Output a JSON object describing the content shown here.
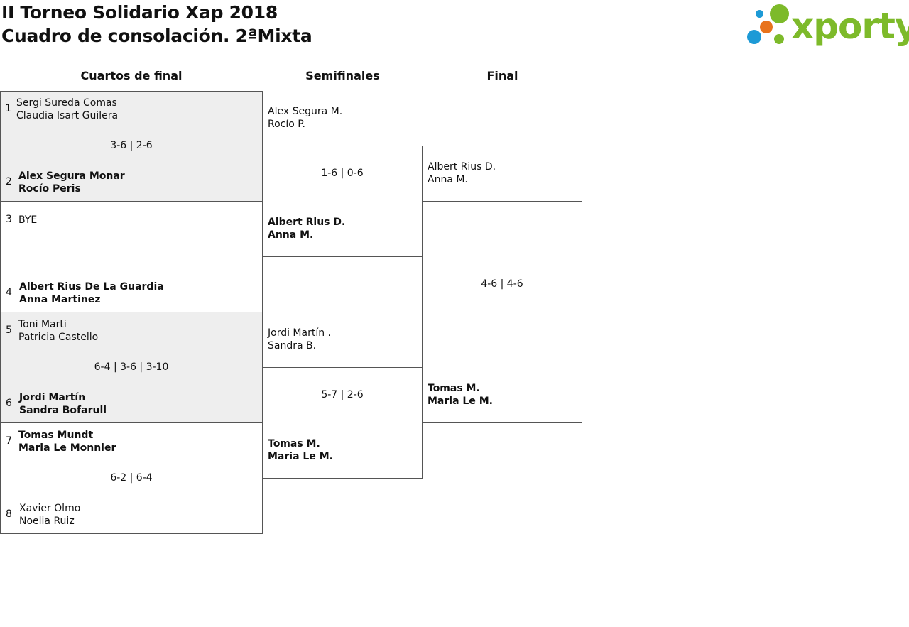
{
  "header": {
    "title1": "II Torneo Solidario Xap 2018",
    "title2": "Cuadro de consolación. 2ªMixta"
  },
  "logo": {
    "text": "xporty",
    "colors": {
      "green": "#7dba2a",
      "orange": "#e8731c",
      "blue": "#1d9ad6"
    }
  },
  "rounds": {
    "quarterfinals": "Cuartos de final",
    "semifinals": "Semifinales",
    "final": "Final"
  },
  "quarterfinals": [
    {
      "score": "3-6 | 2-6",
      "top": {
        "seed": "1",
        "player1": "Sergi Sureda Comas",
        "player2": "Claudia Isart Guilera"
      },
      "bottom": {
        "seed": "2",
        "player1": "Alex Segura Monar",
        "player2": "Rocío Peris"
      }
    },
    {
      "score": "",
      "top": {
        "seed": "3",
        "player1": "BYE",
        "player2": ""
      },
      "bottom": {
        "seed": "4",
        "player1": "Albert Rius De La Guardia",
        "player2": "Anna Martinez"
      }
    },
    {
      "score": "6-4 | 3-6 | 3-10",
      "top": {
        "seed": "5",
        "player1": "Toni Marti",
        "player2": "Patricia Castello"
      },
      "bottom": {
        "seed": "6",
        "player1": "Jordi Martín",
        "player2": "Sandra Bofarull"
      }
    },
    {
      "score": "6-2 | 6-4",
      "top": {
        "seed": "7",
        "player1": "Tomas Mundt",
        "player2": "Maria Le Monnier"
      },
      "bottom": {
        "seed": "8",
        "player1": "Xavier Olmo",
        "player2": "Noelia Ruiz"
      }
    }
  ],
  "semifinals": [
    {
      "score": "1-6 | 0-6",
      "top": {
        "player1": "Alex Segura M.",
        "player2": "Rocío P."
      },
      "bottom": {
        "player1": "Albert Rius D.",
        "player2": "Anna M."
      }
    },
    {
      "score": "5-7 | 2-6",
      "top": {
        "player1": "Jordi Martín .",
        "player2": "Sandra B."
      },
      "bottom": {
        "player1": "Tomas M.",
        "player2": "Maria Le M."
      }
    }
  ],
  "final": {
    "score": "4-6 | 4-6",
    "top": {
      "player1": "Albert Rius D.",
      "player2": "Anna M."
    },
    "bottom": {
      "player1": "Tomas M.",
      "player2": "Maria Le M."
    }
  }
}
